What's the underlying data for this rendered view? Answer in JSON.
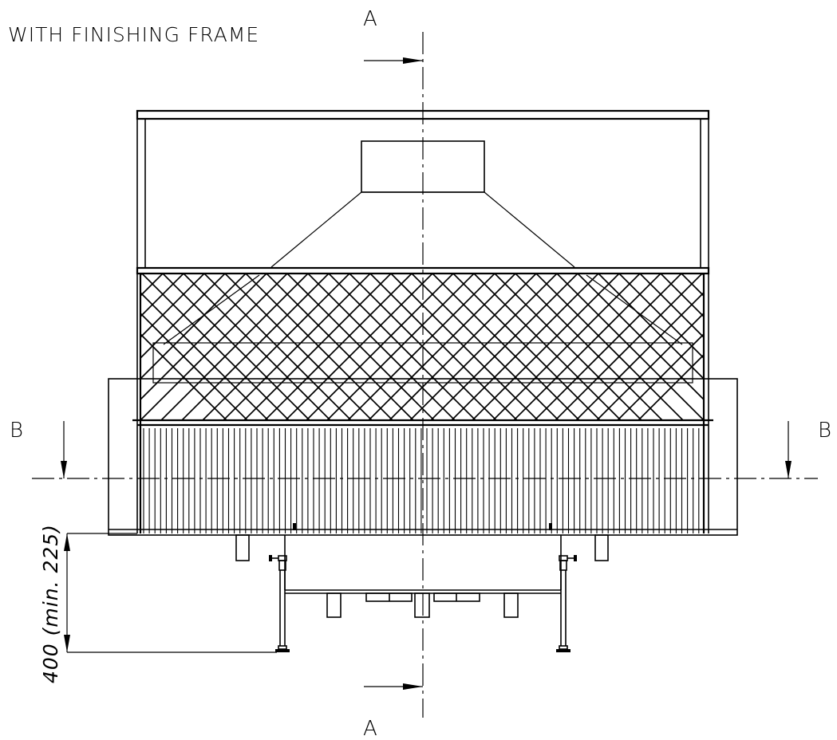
{
  "title": "WITH FINISHING FRAME",
  "section_a_top": "A",
  "section_a_bottom": "A",
  "section_b_left": "B",
  "section_b_right": "B",
  "dimension_label": "400 (min. 225)"
}
